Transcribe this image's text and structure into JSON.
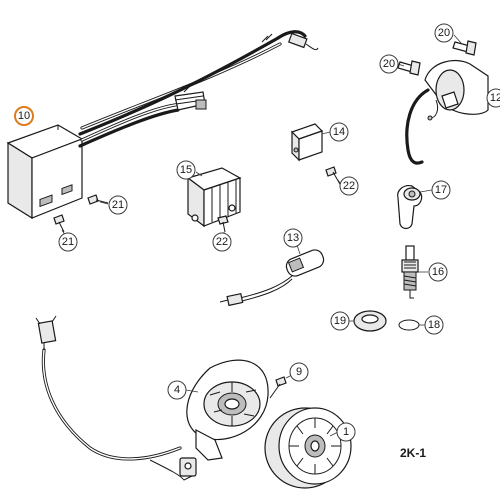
{
  "diagram": {
    "code": "2K-1",
    "callouts": [
      "10",
      "12",
      "14",
      "15",
      "17",
      "20",
      "20",
      "21",
      "21",
      "22",
      "22",
      "13",
      "16",
      "19",
      "18",
      "4",
      "9",
      "1"
    ]
  }
}
